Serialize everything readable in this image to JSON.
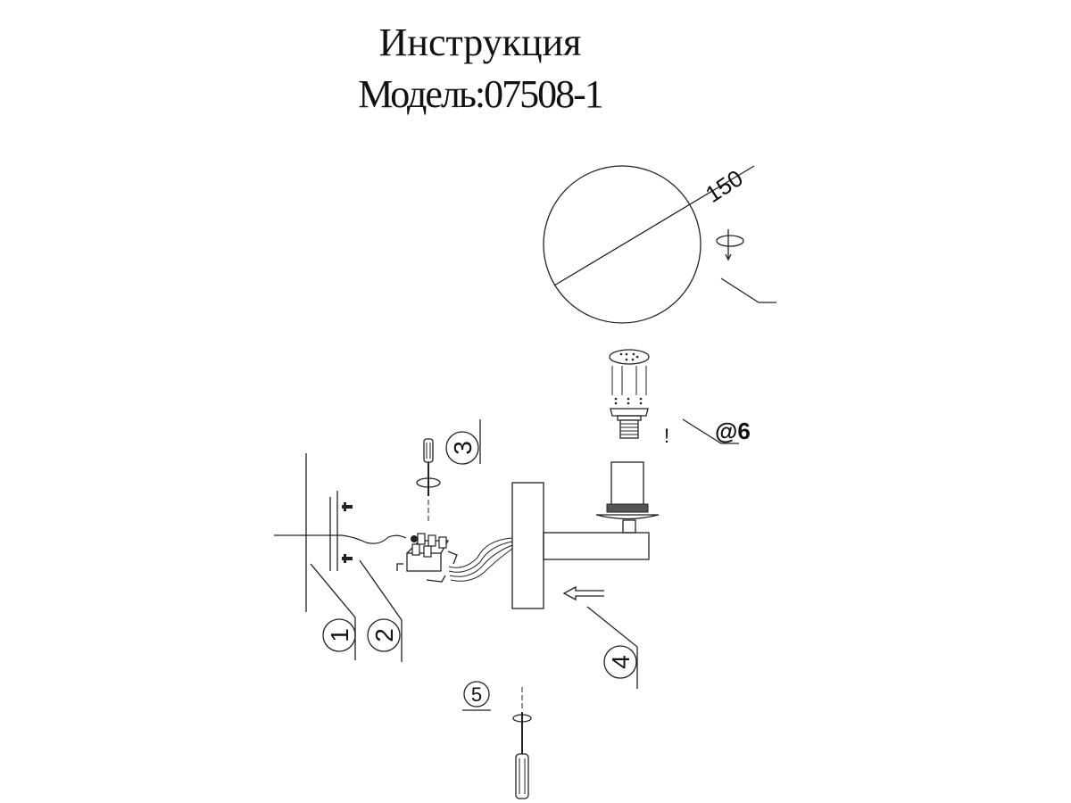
{
  "header": {
    "title": "Инструкция",
    "model": "Модель:07508-1"
  },
  "diagram": {
    "dimension_label": "150",
    "bulb_label": "@6",
    "warning_mark": "!",
    "steps": [
      "1",
      "2",
      "3",
      "4",
      "5"
    ]
  },
  "colors": {
    "line": "#222222",
    "background": "#ffffff"
  }
}
